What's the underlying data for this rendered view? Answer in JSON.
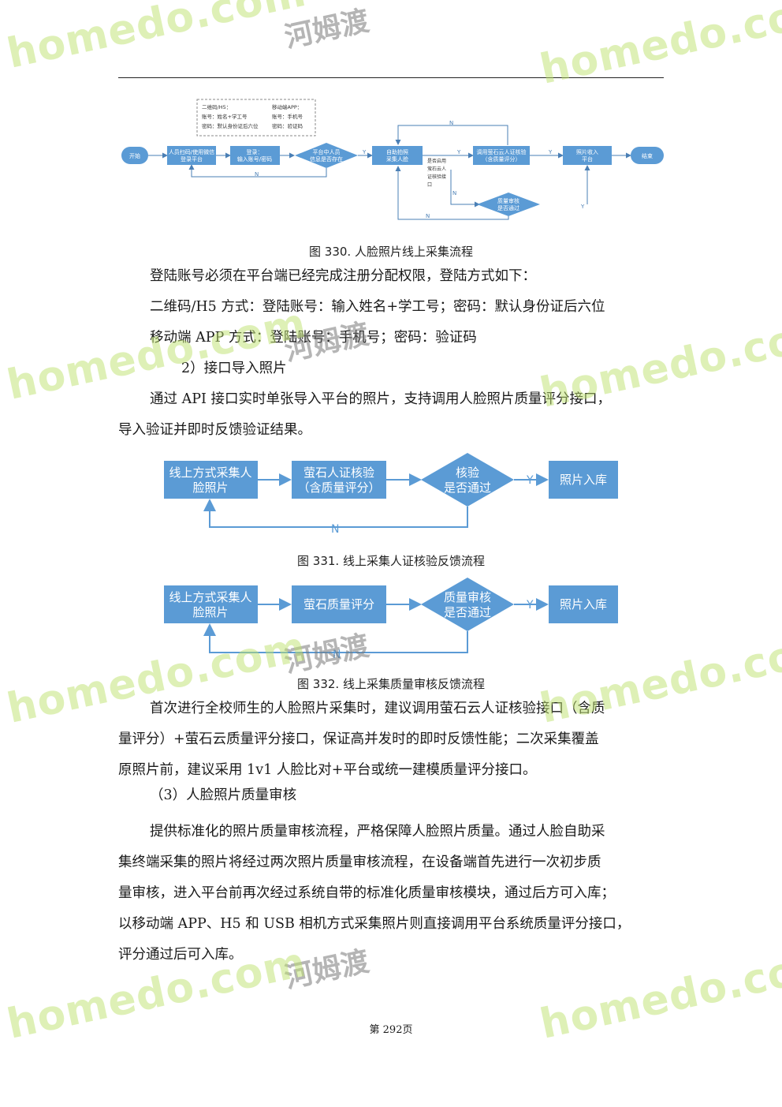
{
  "watermark": {
    "brand": "homedo.com",
    "cn": "河姆渡"
  },
  "figure330": {
    "caption": "图 330.  人脸照片线上采集流程",
    "note_left": [
      "二维码/H5：",
      "账号：姓名+学工号",
      "密码：默认身份证后六位"
    ],
    "note_right": [
      "移动端APP：",
      "账号：手机号",
      "密码：验证码"
    ],
    "nodes": {
      "start": "开始",
      "n1": [
        "人员扫码/使用微信",
        "登录平台"
      ],
      "n2": [
        "登录：",
        "输入账号/密码"
      ],
      "d1": [
        "平台中人员",
        "信息是否存在"
      ],
      "n3": [
        "自助拍照",
        "采集人脸"
      ],
      "n4": [
        "调用萤石云人证核验",
        "（含质量评分）"
      ],
      "n5": [
        "照片收入",
        "平台"
      ],
      "end": "结束",
      "d2": [
        "质量审核",
        "是否通过"
      ],
      "side_note": [
        "是否启用",
        "萤石云人",
        "证核验接",
        "口"
      ]
    },
    "labels": {
      "y": "Y",
      "n": "N"
    }
  },
  "figure331": {
    "caption": "图 331.  线上采集人证核验反馈流程",
    "box1": [
      "线上方式采集人",
      "脸照片"
    ],
    "box2": [
      "萤石人证核验",
      "（含质量评分）"
    ],
    "diamond": [
      "核验",
      "是否通过"
    ],
    "box3": "照片入库",
    "label_y": "Y",
    "label_n": "N"
  },
  "figure332": {
    "caption": "图 332.  线上采集质量审核反馈流程",
    "box1": [
      "线上方式采集人",
      "脸照片"
    ],
    "box2": "萤石质量评分",
    "diamond": [
      "质量审核",
      "是否通过"
    ],
    "box3": "照片入库",
    "label_y": "Y",
    "label_n": "N"
  },
  "text": {
    "p1": "登陆账号必须在平台端已经完成注册分配权限，登陆方式如下：",
    "p2": "二维码/H5 方式：登陆账号：输入姓名+学工号；密码：默认身份证后六位",
    "p3": "移动端 APP 方式：登陆账号：手机号；密码：验证码",
    "h2": "2）接口导入照片",
    "p4a": "通过 API 接口实时单张导入平台的照片，支持调用人脸照片质量评分接口，",
    "p4b": "导入验证并即时反馈验证结果。",
    "p5a": "首次进行全校师生的人脸照片采集时，建议调用萤石云人证核验接口（含质",
    "p5b": "量评分）+萤石云质量评分接口，保证高并发时的即时反馈性能；二次采集覆盖",
    "p5c": "原照片前，建议采用 1v1 人脸比对+平台或统一建模质量评分接口。",
    "h3": "（3）人脸照片质量审核",
    "p6a": "提供标准化的照片质量审核流程，严格保障人脸照片质量。通过人脸自助采",
    "p6b": "集终端采集的照片将经过两次照片质量审核流程，在设备端首先进行一次初步质",
    "p6c": "量审核，进入平台前再次经过系统自带的标准化质量审核模块，通过后方可入库；",
    "p6d": "以移动端 APP、H5 和 USB 相机方式采集照片则直接调用平台系统质量评分接口，",
    "p6e": "评分通过后可入库。"
  },
  "footer": {
    "page": "第 292页"
  },
  "colors": {
    "box": "#5b9bd5",
    "line": "#4a7fb5",
    "watermark": "#b5dc6a"
  }
}
